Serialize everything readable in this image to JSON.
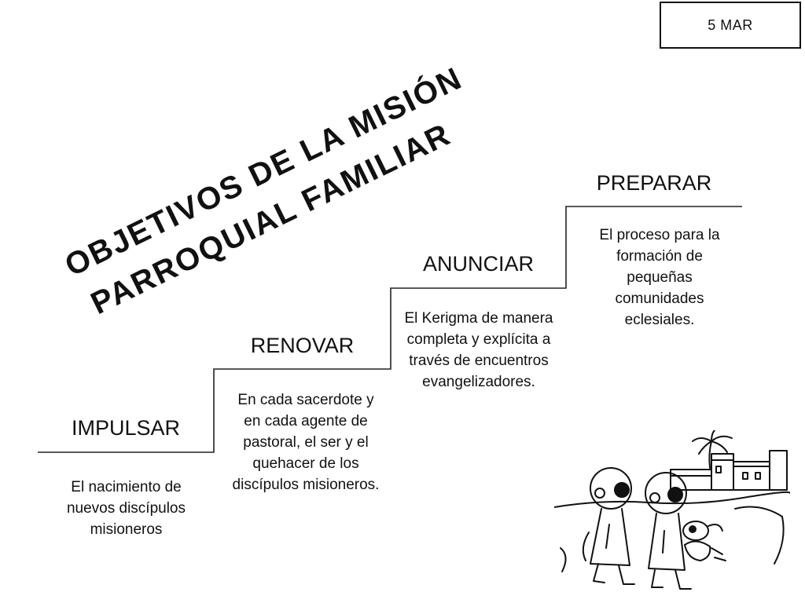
{
  "date_label": "5 MAR",
  "title": {
    "line1": "OBJETIVOS DE LA MISIÓN",
    "line2": "PARROQUIAL FAMILIAR"
  },
  "steps": [
    {
      "label": "IMPULSAR",
      "description": "El nacimiento de nuevos discípulos misioneros"
    },
    {
      "label": "RENOVAR",
      "description": "En cada sacerdote y en cada agente de pastoral, el ser y el quehacer de los discípulos misioneros."
    },
    {
      "label": "ANUNCIAR",
      "description": "El Kerigma de manera completa y explícita a través de encuentros evangelizadores."
    },
    {
      "label": "PREPARAR",
      "description": "El proceso para la formación de pequeñas comunidades eclesiales."
    }
  ],
  "illustration": "missionaries-walking-village-sketch",
  "colors": {
    "ink": "#111111",
    "background": "#ffffff"
  }
}
